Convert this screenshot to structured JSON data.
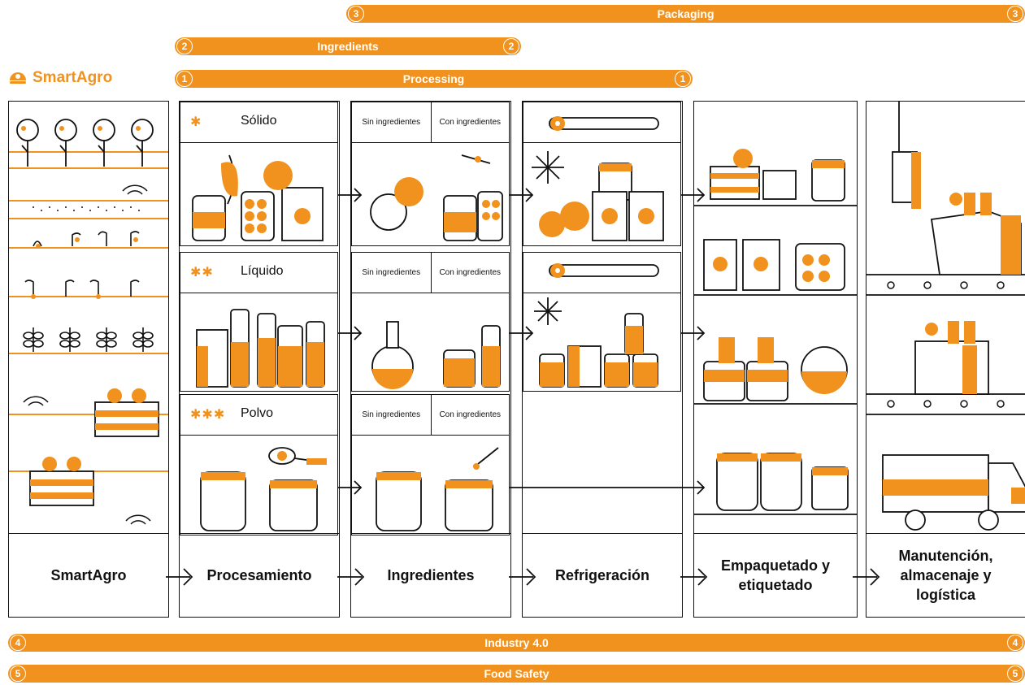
{
  "top_bars": {
    "packaging": {
      "label": "Packaging",
      "num": "3"
    },
    "ingredients": {
      "label": "Ingredients",
      "num": "2"
    },
    "processing": {
      "label": "Processing",
      "num": "1"
    }
  },
  "bottom_bars": {
    "industry": {
      "label": "Industry 4.0",
      "num": "4"
    },
    "food_safety": {
      "label": "Food Safety",
      "num": "5"
    }
  },
  "logo": {
    "text": "SmartAgro"
  },
  "processing_states": [
    {
      "label": "Sólido",
      "stars": "✱"
    },
    {
      "label": "Líquido",
      "stars": "✱✱"
    },
    {
      "label": "Polvo",
      "stars": "✱✱✱"
    }
  ],
  "ingredient_options": {
    "without": "Sin ingredientes",
    "with": "Con ingredientes"
  },
  "stages": [
    {
      "label": "SmartAgro"
    },
    {
      "label": "Procesamiento"
    },
    {
      "label": "Ingredientes"
    },
    {
      "label": "Refrigeración"
    },
    {
      "label": "Empaquetado y etiquetado"
    },
    {
      "label": "Manutención, almacenaje y logística"
    }
  ],
  "colors": {
    "accent": "#f0921d",
    "line": "#111111"
  }
}
